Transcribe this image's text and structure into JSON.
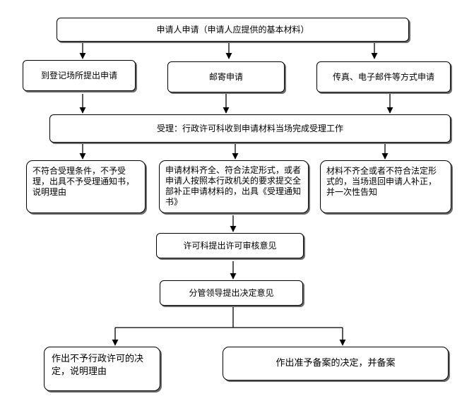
{
  "diagram": {
    "nodes": {
      "apply": "申请人申请（申请人应提供的基本材料）",
      "onsite": "到登记场所提出申请",
      "mail": "邮寄申请",
      "fax": "传真、电子邮件等方式申请",
      "accept": "受理：行政许可科收到申请材料当场完成受理工作",
      "reject": "不符合受理条件，不予受理，出具不予受理通知书，说明理由",
      "complete": "申请材料齐全、符合法定形式，或者申请人按照本行政机关的要求提交全部补正申请材料的，出具《受理通知书》",
      "incomplete": "材料不齐全或者不符合法定形式的，当场退回申请人补正，并一次性告知",
      "review": "许可科提出许可审核意见",
      "leader": "分管领导提出决定意见",
      "deny": "作出不予行政许可的决定，说明理由",
      "approve": "作出准予备案的决定，并备案"
    }
  }
}
